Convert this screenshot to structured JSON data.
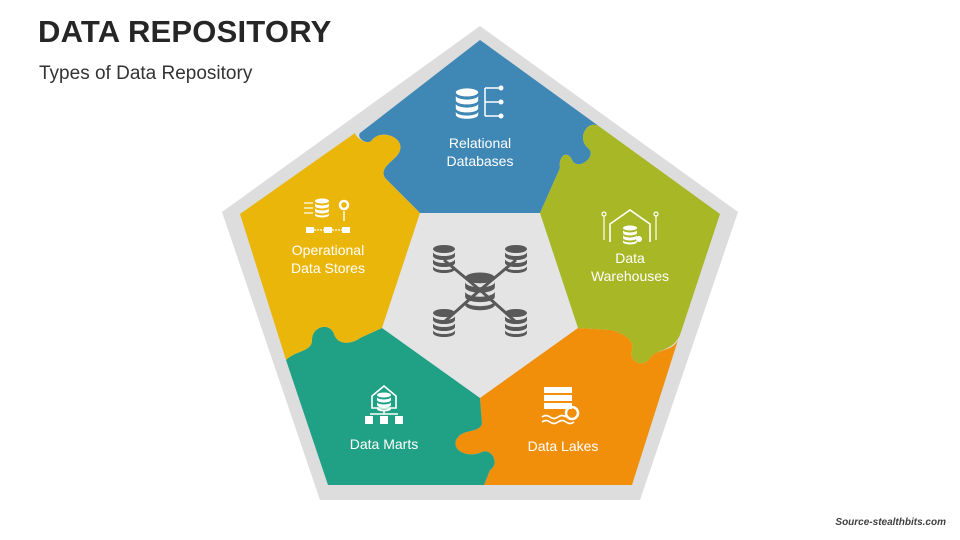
{
  "header": {
    "title": "DATA REPOSITORY",
    "subtitle": "Types of Data Repository"
  },
  "footer": {
    "source": "Source-stealthbits.com"
  },
  "diagram": {
    "center_icon": "database-network-icon",
    "pieces": [
      {
        "key": "relational",
        "line1": "Relational",
        "line2": "Databases",
        "color": "#3F87B4",
        "icon": "database-list-icon"
      },
      {
        "key": "warehouses",
        "line1": "Data",
        "line2": "Warehouses",
        "color": "#A7B726",
        "icon": "warehouse-database-icon"
      },
      {
        "key": "lakes",
        "line1": "Data Lakes",
        "line2": "",
        "color": "#F18F0B",
        "icon": "server-lake-gear-icon"
      },
      {
        "key": "marts",
        "line1": "Data Marts",
        "line2": "",
        "color": "#20A085",
        "icon": "store-database-icon"
      },
      {
        "key": "ods",
        "line1": "Operational",
        "line2": "Data Stores",
        "color": "#EBB60A",
        "icon": "database-gear-flow-icon"
      }
    ],
    "border_color": "#DDDDDD",
    "center_color": "#E4E4E4"
  }
}
